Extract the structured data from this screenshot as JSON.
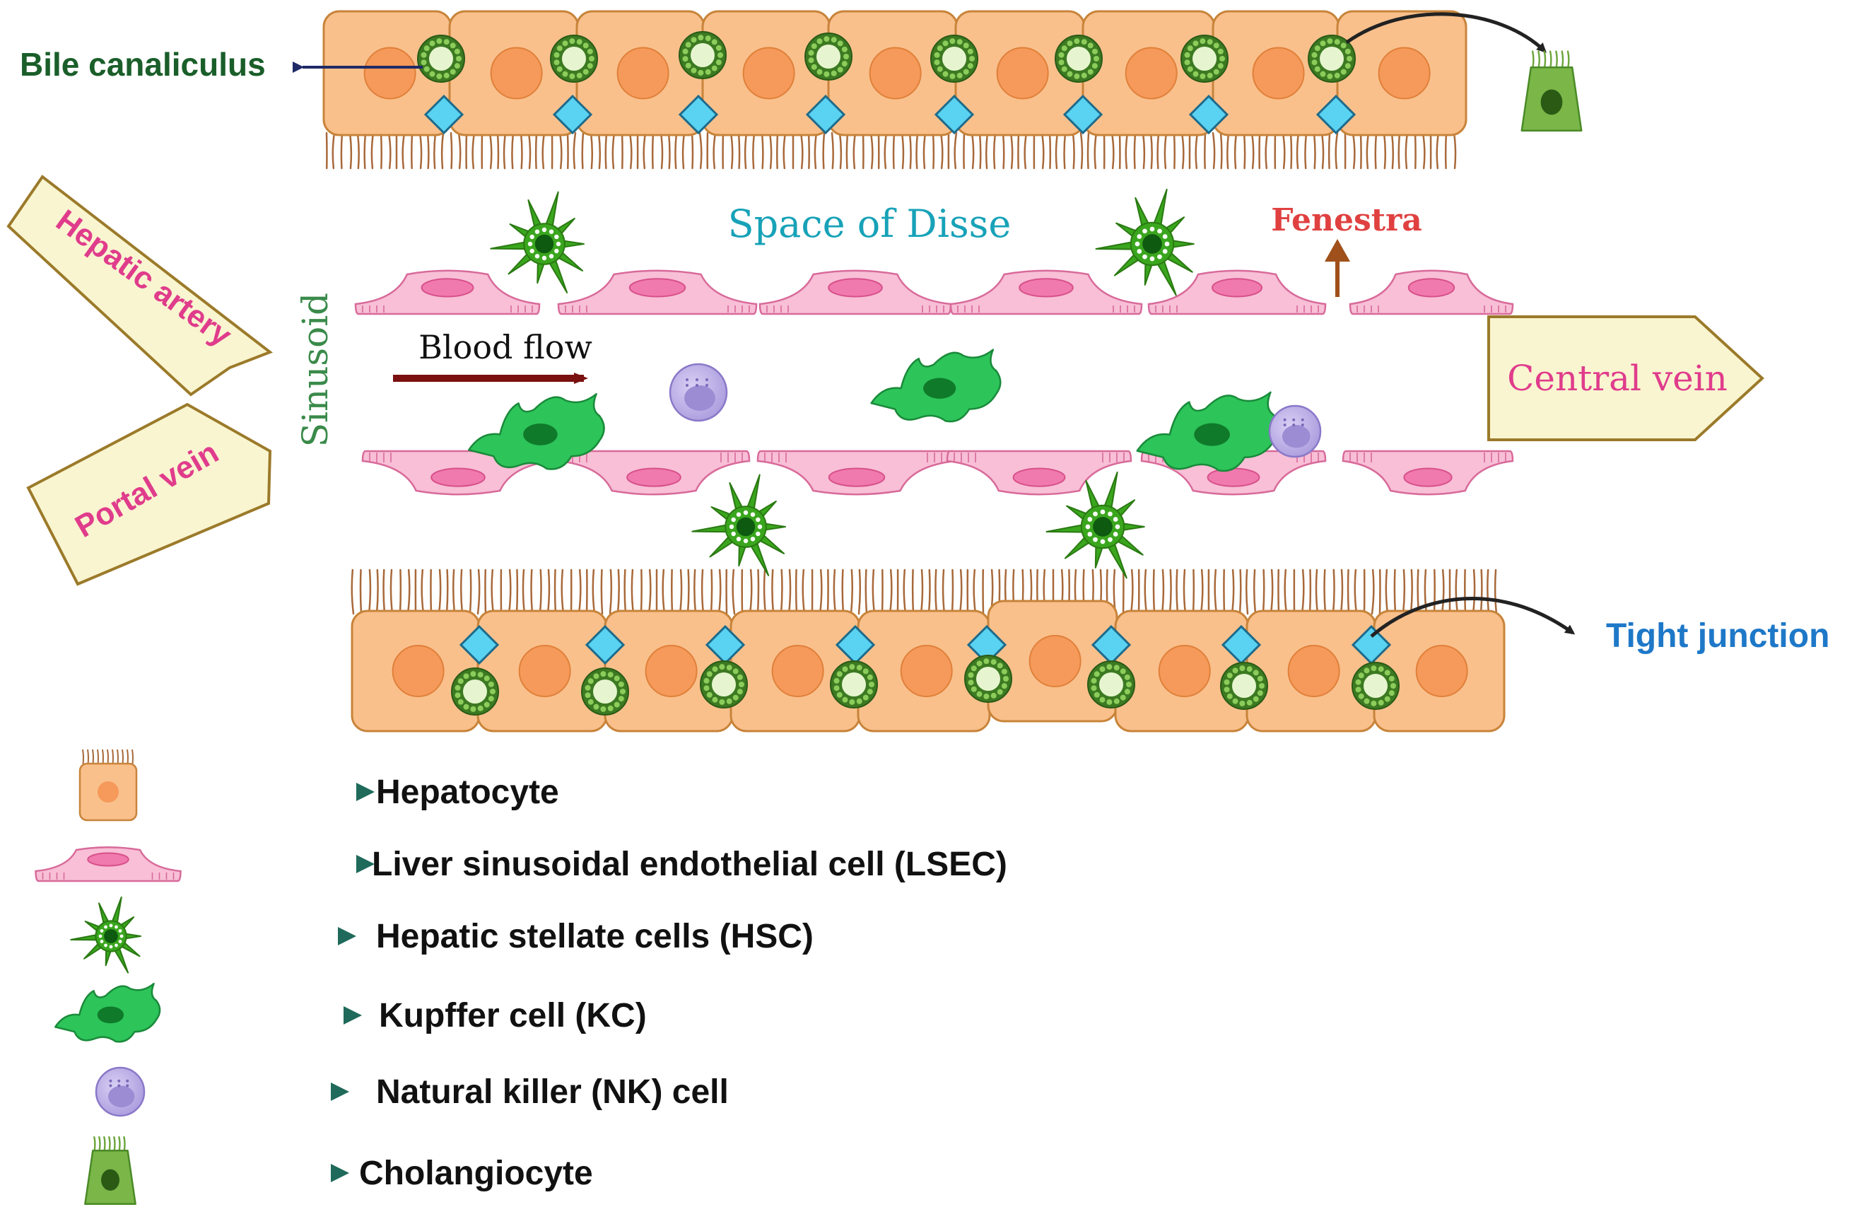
{
  "labels": {
    "bile_canaliculus": "Bile canaliculus",
    "space_of_disse": "Space of Disse",
    "fenestra": "Fenestra",
    "hepatic_artery": "Hepatic artery",
    "portal_vein": "Portal vein",
    "sinusoid": "Sinusoid",
    "blood_flow": "Blood flow",
    "central_vein": "Central vein",
    "tight_junction": "Tight junction"
  },
  "legend": [
    {
      "icon": "hepatocyte-icon",
      "label": "Hepatocyte"
    },
    {
      "icon": "lsec-icon",
      "label": "Liver sinusoidal endothelial cell (LSEC)"
    },
    {
      "icon": "stellate-cell-icon",
      "label": "Hepatic stellate cells (HSC)"
    },
    {
      "icon": "kupffer-cell-icon",
      "label": "Kupffer cell (KC)"
    },
    {
      "icon": "nk-cell-icon",
      "label": "Natural killer (NK) cell"
    },
    {
      "icon": "cholangiocyte-icon",
      "label": "Cholangiocyte"
    }
  ],
  "colors": {
    "hepatocyte": "#f9c08c",
    "hepatocyte_border": "#c8843a",
    "nucleus": "#f59a5a",
    "microvilli": "#a8693a",
    "junction": "#5ad2f2",
    "lsec": "#f8bfd6",
    "lsec_border": "#d86a9a",
    "stellate": "#3aa61e",
    "kupffer": "#2dc45a",
    "nk": "#b6a8e0",
    "label_green": "#1a5e2a",
    "label_teal": "#17a2b8",
    "label_red": "#e04040",
    "label_pink": "#e03c8c",
    "label_blue": "#1e78c8",
    "sinusoid_green": "#3a8a4a",
    "blood_flow": "#7a1010",
    "arrow_legend": "#1f6a5a",
    "vessel_fill": "#f9f5d0"
  }
}
